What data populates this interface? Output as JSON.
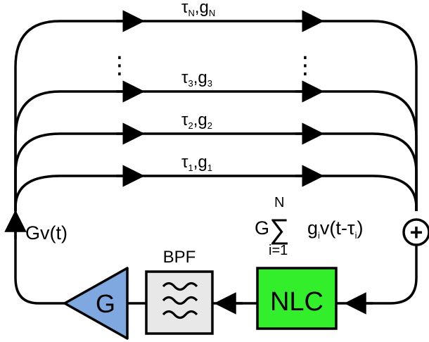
{
  "paths": [
    {
      "label_main": "τ",
      "label_sub_tau": "N",
      "label_sep": ",g",
      "label_sub_g": "N"
    },
    {
      "label_main": "τ",
      "label_sub_tau": "3",
      "label_sep": ",g",
      "label_sub_g": "3"
    },
    {
      "label_main": "τ",
      "label_sub_tau": "2",
      "label_sep": ",g",
      "label_sub_g": "2"
    },
    {
      "label_main": "τ",
      "label_sub_tau": "1",
      "label_sep": ",g",
      "label_sub_g": "1"
    }
  ],
  "ellipsis_glyph": "⋮",
  "input_signal_label": "Gv(t)",
  "sum_formula": {
    "gain": "G",
    "upper_limit": "N",
    "lower_limit": "i=1",
    "sigma": "∑",
    "term_g": "g",
    "term_g_sub": "i",
    "term_v": "v(t-τ",
    "term_tau_sub": "i",
    "term_close": ")"
  },
  "summing_junction_symbol": "+",
  "blocks": {
    "nlc_label": "NLC",
    "bpf_label": "BPF",
    "amp_label": "G"
  },
  "colors": {
    "nlc_fill": "#33ee2a",
    "amp_fill": "#7fa8e0",
    "bpf_fill": "#e8e8e8",
    "line": "#000000"
  }
}
